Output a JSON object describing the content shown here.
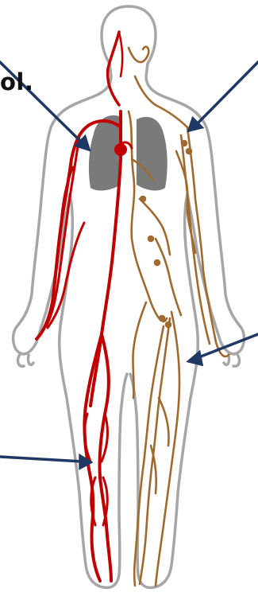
{
  "labels": {
    "clipped_text": "ol."
  },
  "colors": {
    "artery": "#c00000",
    "lymph": "#a0692e",
    "lung": "#7a7a7a",
    "outline": "#a6a6a6",
    "arrow": "#1f3864"
  },
  "icons": {
    "figure": "human-body-outline",
    "lungs": "lungs",
    "heart": "heart"
  }
}
